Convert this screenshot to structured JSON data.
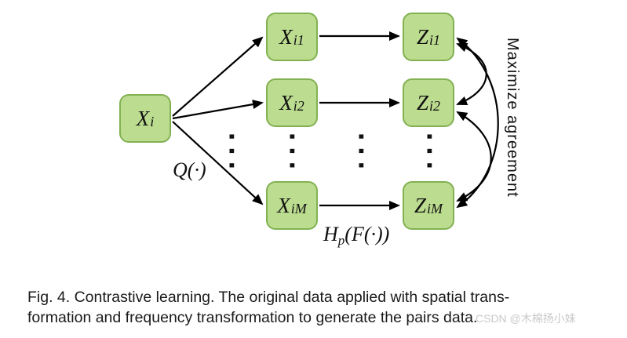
{
  "diagram": {
    "nodes": {
      "xi": {
        "main": "X",
        "sub": "i"
      },
      "xi1": {
        "main": "X",
        "sub": "i1"
      },
      "xi2": {
        "main": "X",
        "sub": "i2"
      },
      "xim": {
        "main": "X",
        "sub": "iM"
      },
      "zi1": {
        "main": "Z",
        "sub": "i1"
      },
      "zi2": {
        "main": "Z",
        "sub": "i2"
      },
      "zim": {
        "main": "Z",
        "sub": "iM"
      }
    },
    "labels": {
      "q_main": "Q",
      "q_rest": "(·)",
      "hp_main": "H",
      "hp_sub": "p",
      "hp_rest": "(F(·))",
      "maximize": "Maximize agreement",
      "dots": "···"
    },
    "colors": {
      "box_fill": "#bcdc90",
      "box_border": "#82b152",
      "arrow": "#000000"
    }
  },
  "caption": {
    "line1": "Fig. 4. Contrastive learning. The original data applied with spatial trans-",
    "line2": "formation and frequency transformation to generate the pairs data."
  },
  "watermark": "CSDN @木棉扬小妹"
}
